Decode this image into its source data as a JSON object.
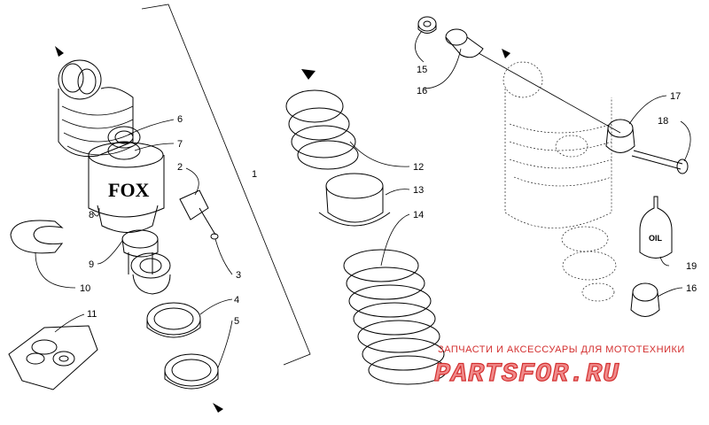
{
  "diagram": {
    "callouts": [
      {
        "id": "c1",
        "label": "1"
      },
      {
        "id": "c2",
        "label": "2"
      },
      {
        "id": "c3",
        "label": "3"
      },
      {
        "id": "c4",
        "label": "4"
      },
      {
        "id": "c5",
        "label": "5"
      },
      {
        "id": "c6",
        "label": "6"
      },
      {
        "id": "c7",
        "label": "7"
      },
      {
        "id": "c8",
        "label": "8"
      },
      {
        "id": "c9",
        "label": "9"
      },
      {
        "id": "c10",
        "label": "10"
      },
      {
        "id": "c11",
        "label": "11"
      },
      {
        "id": "c12",
        "label": "12"
      },
      {
        "id": "c13",
        "label": "13"
      },
      {
        "id": "c14",
        "label": "14"
      },
      {
        "id": "c15",
        "label": "15"
      },
      {
        "id": "c16a",
        "label": "16"
      },
      {
        "id": "c16b",
        "label": "16"
      },
      {
        "id": "c17",
        "label": "17"
      },
      {
        "id": "c18",
        "label": "18"
      },
      {
        "id": "c19",
        "label": "19"
      }
    ],
    "shock_brand_text": "FOX",
    "oil_bottle_text": "OIL"
  },
  "watermark": {
    "top_line": "ЗАПЧАСТИ И АКСЕССУАРЫ ДЛЯ МОТОТЕХНИКИ",
    "main_text": "PARTSFOR.RU",
    "color": "#d32f2f"
  }
}
